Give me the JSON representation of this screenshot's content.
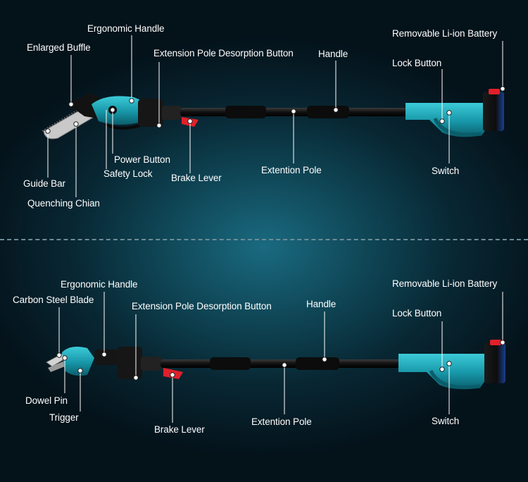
{
  "top_labels": {
    "ergonomic_handle": "Ergonomic Handle",
    "enlarged_buffle": "Enlarged Buffle",
    "extension_pole_desorption_button": "Extension Pole Desorption Button",
    "handle": "Handle",
    "removable_battery": "Removable Li-ion Battery",
    "lock_button": "Lock Button",
    "power_button": "Power Button",
    "safety_lock": "Safety Lock",
    "brake_lever": "Brake Lever",
    "extention_pole": "Extention Pole",
    "switch": "Switch",
    "guide_bar": "Guide Bar",
    "quenching_chian": "Quenching Chian"
  },
  "bottom_labels": {
    "ergonomic_handle": "Ergonomic Handle",
    "carbon_steel_blade": "Carbon Steel Blade",
    "extension_pole_desorption_button": "Extension Pole Desorption Button",
    "handle": "Handle",
    "removable_battery": "Removable Li-ion Battery",
    "lock_button": "Lock Button",
    "dowel_pin": "Dowel Pin",
    "trigger": "Trigger",
    "brake_lever": "Brake Lever",
    "extention_pole": "Extention Pole",
    "switch": "Switch"
  },
  "colors": {
    "tool_teal": "#1aa6b7",
    "tool_dark": "#141414",
    "accent_red": "#e0202a",
    "battery_blue": "#1c4fb0"
  }
}
